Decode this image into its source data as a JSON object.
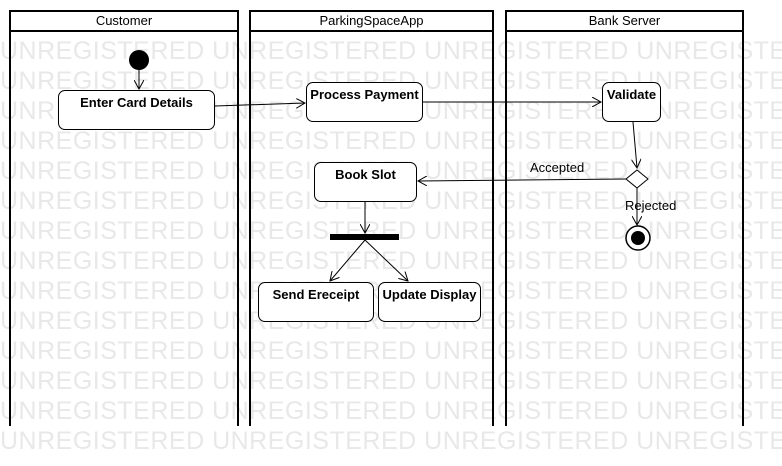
{
  "watermark": "UNREGISTERED UNREGISTERED UNREGISTERED UNREGISTERED UNREGISTERED",
  "lanes": {
    "customer": "Customer",
    "app": "ParkingSpaceApp",
    "bank": "Bank Server"
  },
  "actions": {
    "enter_card": "Enter Card Details",
    "process_payment": "Process Payment",
    "validate": "Validate",
    "book_slot": "Book Slot",
    "send_ereceipt": "Send Ereceipt",
    "update_display": "Update Display"
  },
  "guards": {
    "accepted": "Accepted",
    "rejected": "Rejected"
  }
}
